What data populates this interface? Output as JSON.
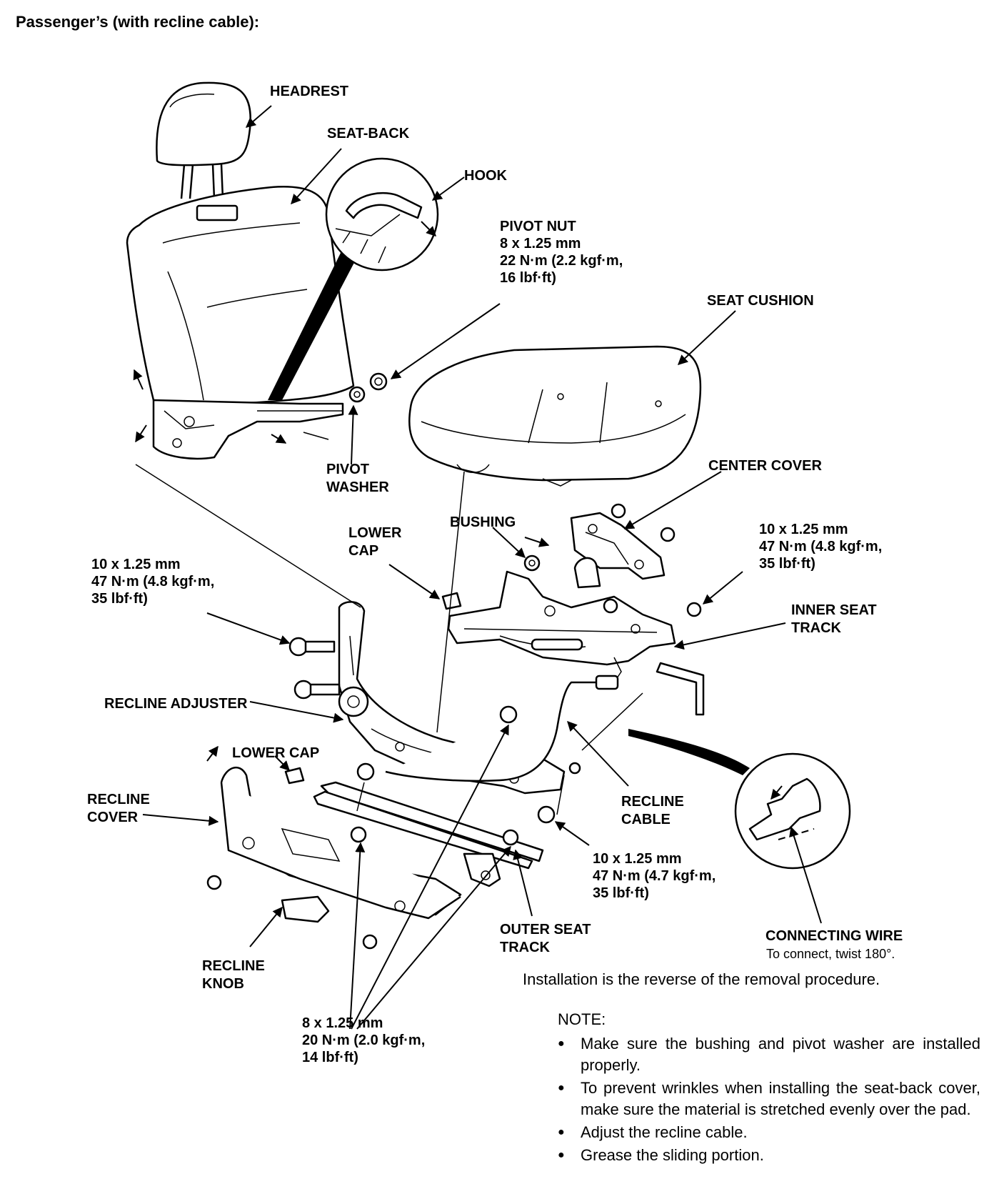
{
  "title": "Passenger’s (with recline cable):",
  "labels": {
    "headrest": "HEADREST",
    "seat_back": "SEAT-BACK",
    "hook": "HOOK",
    "pivot_nut": [
      "PIVOT NUT",
      "8 x 1.25 mm",
      "22 N·m (2.2 kgf·m,",
      "16 lbf·ft)"
    ],
    "seat_cushion": "SEAT CUSHION",
    "pivot_washer": [
      "PIVOT",
      "WASHER"
    ],
    "center_cover": "CENTER COVER",
    "bushing": "BUSHING",
    "lower_cap_top": [
      "LOWER",
      "CAP"
    ],
    "torque_right": [
      "10 x 1.25 mm",
      "47 N·m (4.8 kgf·m,",
      "35 lbf·ft)"
    ],
    "torque_left": [
      "10 x 1.25 mm",
      "47 N·m (4.8 kgf·m,",
      "35 lbf·ft)"
    ],
    "inner_seat_track": [
      "INNER SEAT",
      "TRACK"
    ],
    "recline_adjuster": "RECLINE ADJUSTER",
    "lower_cap_bottom": "LOWER CAP",
    "recline_cover": [
      "RECLINE",
      "COVER"
    ],
    "recline_cable": [
      "RECLINE",
      "CABLE"
    ],
    "torque_bottom": [
      "10 x 1.25 mm",
      "47 N·m (4.7 kgf·m,",
      "35 lbf·ft)"
    ],
    "outer_seat_track": [
      "OUTER SEAT",
      "TRACK"
    ],
    "connecting_wire": "CONNECTING WIRE",
    "connecting_wire_note": "To connect, twist 180°.",
    "recline_knob": [
      "RECLINE",
      "KNOB"
    ],
    "torque_knob": [
      "8 x 1.25 mm",
      "20 N·m (2.0 kgf·m,",
      "14 lbf·ft)"
    ]
  },
  "installation": "Installation is the reverse of the removal procedure.",
  "note_heading": "NOTE:",
  "notes": [
    "Make sure the bushing and pivot washer are installed properly.",
    "To prevent wrinkles when installing the seat-back cover, make sure the material is stretched evenly over the pad.",
    "Adjust the recline cable.",
    "Grease the sliding portion."
  ]
}
